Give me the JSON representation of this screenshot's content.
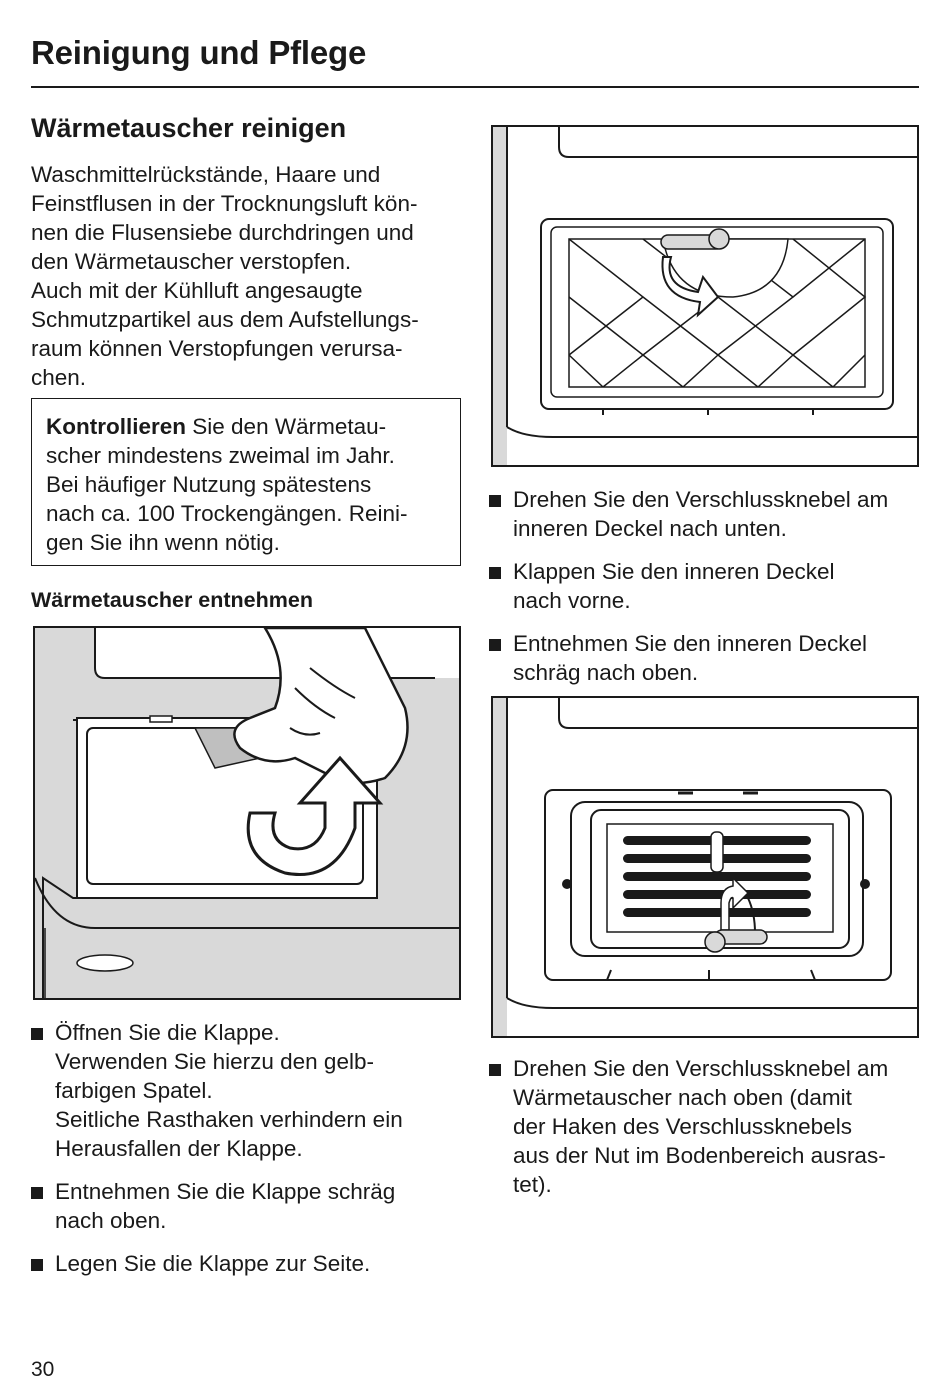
{
  "header": {
    "title": "Reinigung und Pflege"
  },
  "section": {
    "title": "Wärmetauscher reinigen",
    "intro_lines": [
      "Waschmittelrückstände, Haare und",
      "Feinstflusen in der Trocknungsluft kön-",
      "nen die Flusensiebe durchdringen und",
      "den Wärmetauscher verstopfen.",
      "Auch mit der Kühlluft angesaugte",
      "Schmutzpartikel aus dem Aufstellungs-",
      "raum können Verstopfungen verursa-",
      "chen."
    ]
  },
  "note": {
    "bold": "Kontrollieren",
    "lines": [
      " Sie den Wärmetau-",
      "scher mindestens zweimal im Jahr.",
      "Bei häufiger Nutzung spätestens",
      "nach ca. 100 Trockengängen. Reini-",
      "gen Sie ihn wenn nötig."
    ]
  },
  "subsection": {
    "title": "Wärmetauscher entnehmen"
  },
  "left_steps": [
    {
      "lines": [
        "Öffnen Sie die Klappe.",
        "Verwenden Sie hierzu den gelb-",
        "farbigen Spatel.",
        "Seitliche Rasthaken verhindern ein",
        "Herausfallen der Klappe."
      ]
    },
    {
      "lines": [
        "Entnehmen Sie die Klappe schräg",
        "nach oben."
      ]
    },
    {
      "lines": [
        "Legen Sie die Klappe zur Seite."
      ]
    }
  ],
  "right_steps_top": [
    {
      "lines": [
        "Drehen Sie den Verschlussknebel am",
        "inneren Deckel nach unten."
      ]
    },
    {
      "lines": [
        "Klappen Sie den inneren Deckel",
        "nach vorne."
      ]
    },
    {
      "lines": [
        "Entnehmen Sie den inneren Deckel",
        "schräg nach oben."
      ]
    }
  ],
  "right_steps_bottom": [
    {
      "lines": [
        "Drehen Sie den Verschlussknebel am",
        "Wärmetauscher nach oben (damit",
        "der Haken des Verschlussknebels",
        "aus der Nut im Bodenbereich ausras-",
        "tet)."
      ]
    }
  ],
  "footer": {
    "page_number": "30"
  }
}
